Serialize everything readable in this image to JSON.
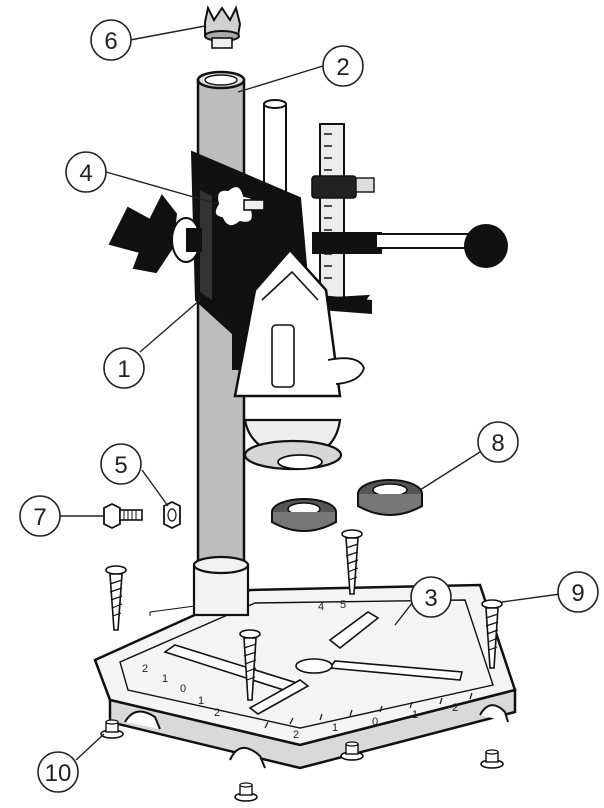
{
  "callouts": {
    "c1": "1",
    "c2": "2",
    "c3": "3",
    "c4": "4",
    "c5": "5",
    "c6": "6",
    "c7": "7",
    "c8": "8",
    "c9": "9",
    "c10": "10"
  },
  "base_scale": {
    "front": [
      "2",
      "1",
      "0",
      "1",
      "2"
    ],
    "left": [
      "2",
      "1",
      "0",
      "1",
      "2"
    ],
    "top": [
      "5",
      "4"
    ]
  }
}
